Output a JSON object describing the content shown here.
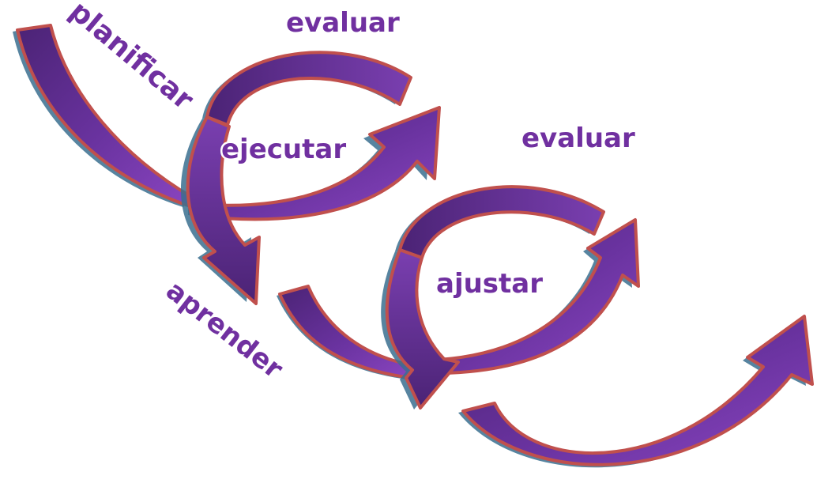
{
  "labels": {
    "planificar": "planificar",
    "evaluar_1": "evaluar",
    "ejecutar": "ejecutar",
    "aprender": "aprender",
    "evaluar_2": "evaluar",
    "ajustar": "ajustar"
  },
  "colors": {
    "text": "#7030a0",
    "arrow_fill_dark": "#4b2375",
    "arrow_fill_light": "#7a3fb0",
    "arrow_outline": "#c0504d",
    "arrow_shadow": "#3a6f8f",
    "background": "#ffffff"
  }
}
